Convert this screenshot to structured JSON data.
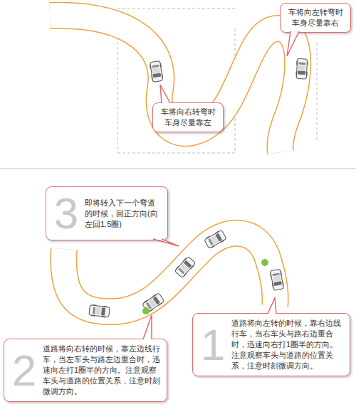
{
  "diagram": {
    "nodes": [
      {
        "text": [
          "车将向左转弯时 车身尽量靠右"
        ]
      },
      {
        "text": [
          "车将向右转弯时 车身尽量靠左"
        ]
      },
      {
        "text": [
          "3",
          "即将转入下一个弯道的时候，回正方向(向左回1.5圈)"
        ]
      },
      {
        "text": [
          "1",
          "道路将向左转的时候，靠右边线行车，当右车头与路右边重合时，迅速向右打1圈半的方向。注意观察车头与道路的位置关系，注意时刻微调方向。"
        ]
      },
      {
        "text": [
          "2",
          "道路将向右转的时候，靠左边线行车，当左车头与路左边重合时，迅速向左打1圈半的方向。注意观察车头与道路的位置关系，注意时刻微调方向。"
        ]
      }
    ]
  }
}
